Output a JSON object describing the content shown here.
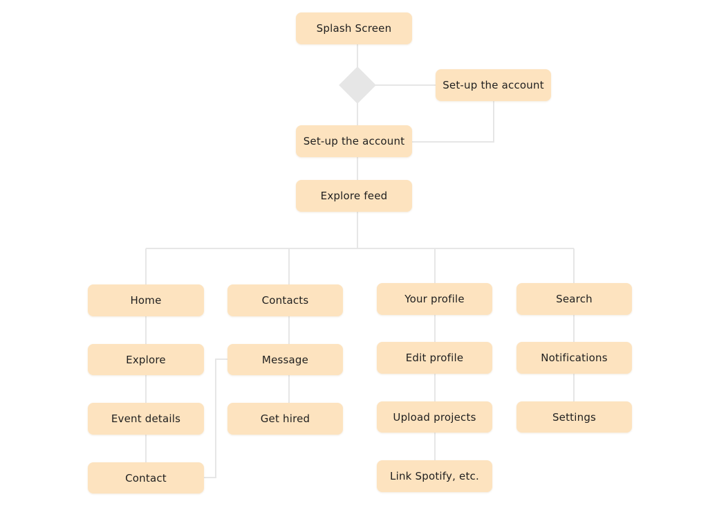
{
  "flow": {
    "splash": "Splash Screen",
    "setup_side": "Set-up the account",
    "setup_main": "Set-up the account",
    "explore_feed": "Explore feed",
    "home_branch": [
      "Home",
      "Explore",
      "Event details",
      "Contact"
    ],
    "contacts_branch": [
      "Contacts",
      "Message",
      "Get hired"
    ],
    "profile_branch": [
      "Your profile",
      "Edit profile",
      "Upload projects",
      "Link Spotify, etc."
    ],
    "search_branch": [
      "Search",
      "Notifications",
      "Settings"
    ]
  },
  "colors": {
    "node_fill": "#fde3bf",
    "connector": "#e6e6e6",
    "decision": "#e6e6e6"
  }
}
